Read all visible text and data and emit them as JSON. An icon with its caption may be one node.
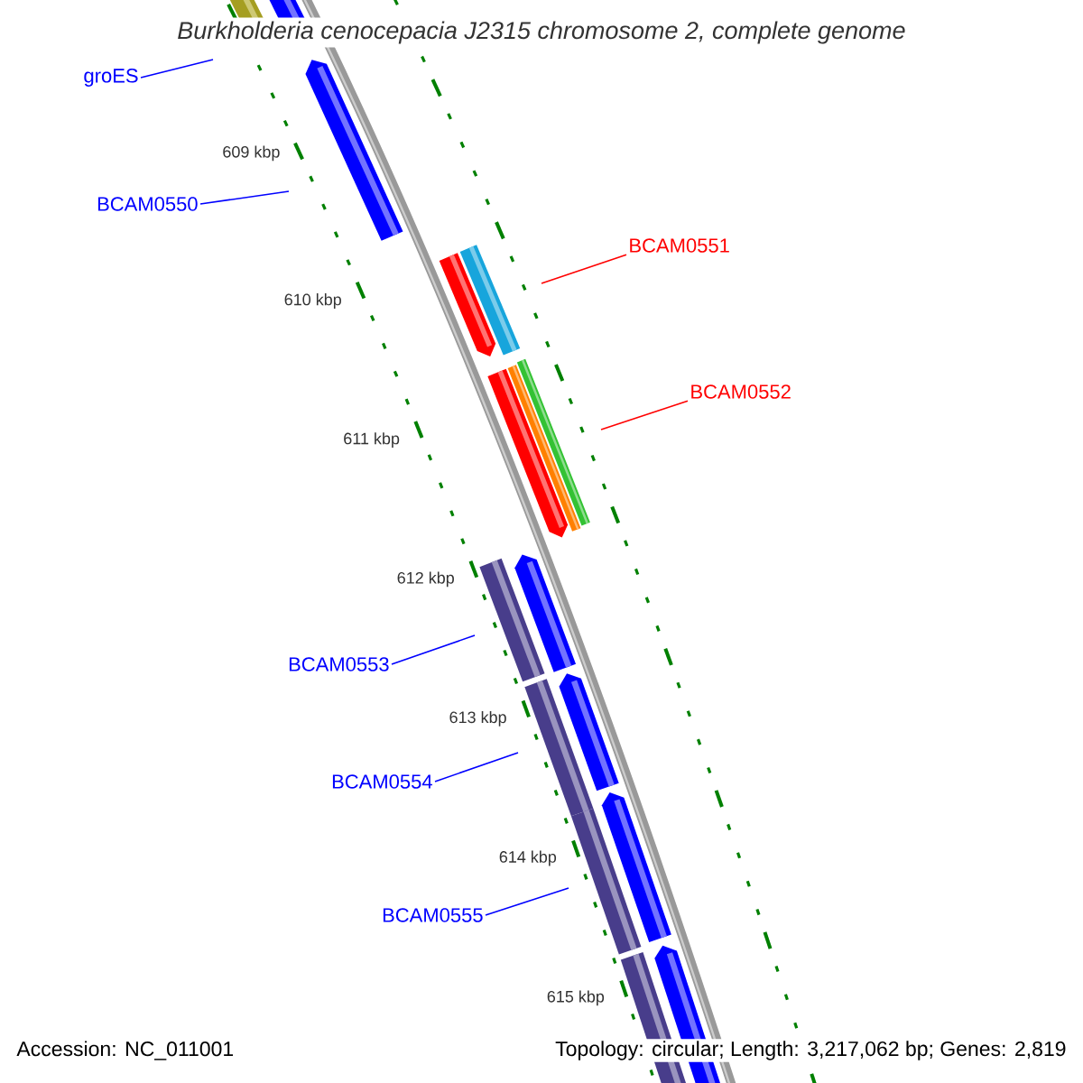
{
  "diagram": {
    "title": "Burkholderia cenocepacia J2315 chromosome 2, complete genome",
    "nodes": [
      {
        "text": [
          "groES"
        ]
      },
      {
        "text": [
          "BCAM0550"
        ]
      },
      {
        "text": [
          "BCAM0551"
        ]
      },
      {
        "text": [
          "BCAM0552"
        ]
      },
      {
        "text": [
          "BCAM0553"
        ]
      },
      {
        "text": [
          "BCAM0554"
        ]
      },
      {
        "text": [
          "BCAM0555"
        ]
      }
    ],
    "edges": [
      {
        "from": 0,
        "to": null,
        "arrow": "none"
      },
      {
        "from": 1,
        "to": null,
        "arrow": "none"
      },
      {
        "from": 2,
        "to": null,
        "arrow": "none",
        "color": "#ff0000"
      },
      {
        "from": 3,
        "to": null,
        "arrow": "none",
        "color": "#ff0000"
      },
      {
        "from": 4,
        "to": null,
        "arrow": "none"
      },
      {
        "from": 5,
        "to": null,
        "arrow": "none"
      },
      {
        "from": 6,
        "to": null,
        "arrow": "none"
      }
    ],
    "labels": [
      "609 kbp",
      "610 kbp",
      "611 kbp",
      "612 kbp",
      "613 kbp",
      "614 kbp",
      "615 kbp",
      "Accession: NC_011001",
      "Topology: circular; Length: 3,217,062 bp; Genes: 2,819"
    ]
  }
}
